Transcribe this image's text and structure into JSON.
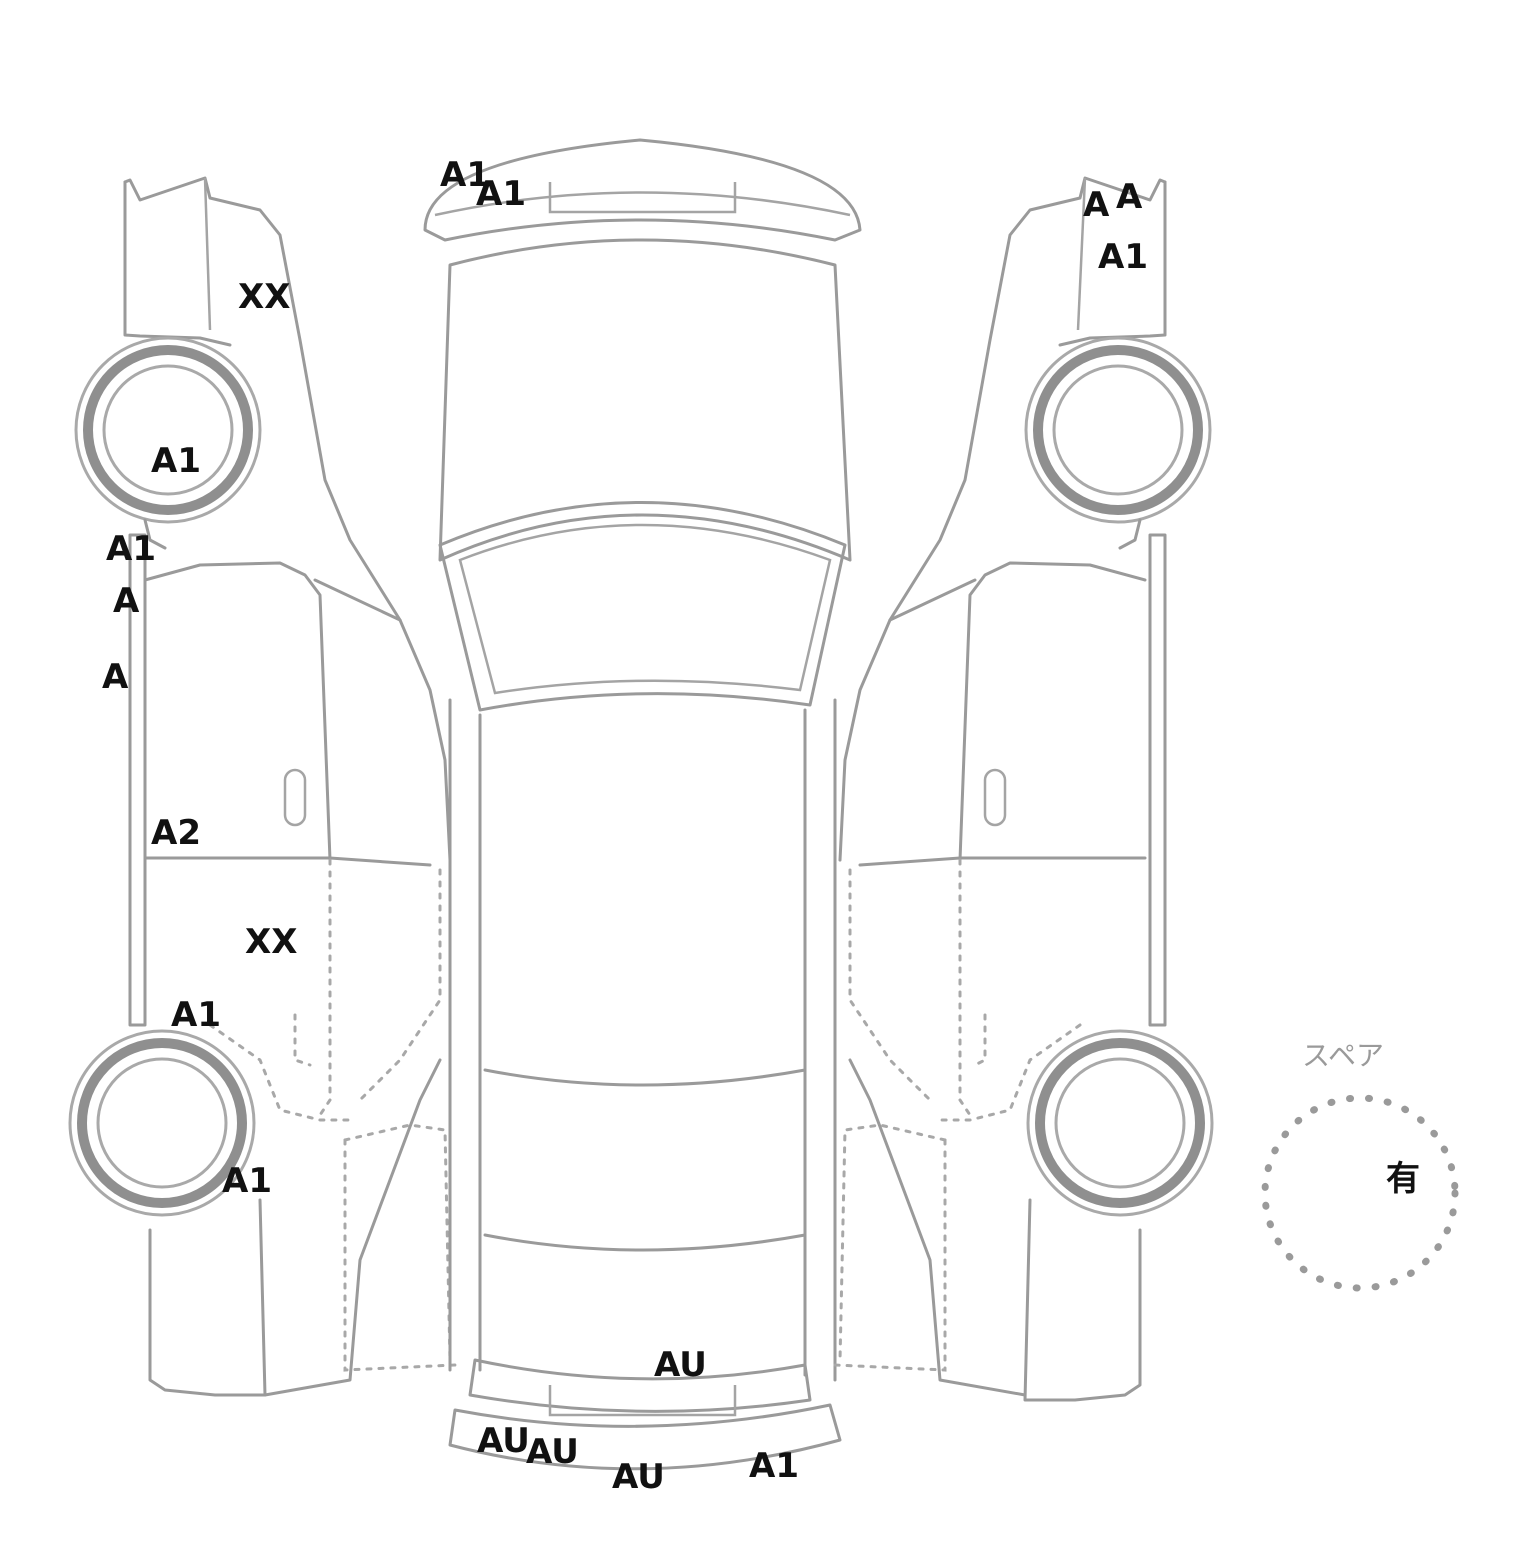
{
  "condition_marks": [
    {
      "code": "A1",
      "area": "front-bumper"
    },
    {
      "code": "A1",
      "area": "front-bumper"
    },
    {
      "code": "A",
      "area": "right-front-fender"
    },
    {
      "code": "A",
      "area": "right-front-fender"
    },
    {
      "code": "A1",
      "area": "right-front-fender"
    },
    {
      "code": "XX",
      "area": "left-front-fender"
    },
    {
      "code": "A1",
      "area": "left-front-wheel"
    },
    {
      "code": "A1",
      "area": "left-side-sill"
    },
    {
      "code": "A",
      "area": "left-side-sill"
    },
    {
      "code": "A",
      "area": "left-side-sill"
    },
    {
      "code": "A2",
      "area": "left-front-door"
    },
    {
      "code": "XX",
      "area": "left-rear-door"
    },
    {
      "code": "A1",
      "area": "left-rear-quarter"
    },
    {
      "code": "A1",
      "area": "left-rear-wheel"
    },
    {
      "code": "AU",
      "area": "trunk-lid"
    },
    {
      "code": "AU",
      "area": "rear-bumper"
    },
    {
      "code": "AU",
      "area": "rear-bumper"
    },
    {
      "code": "AU",
      "area": "rear-bumper"
    },
    {
      "code": "A1",
      "area": "rear-bumper"
    }
  ],
  "spare": {
    "label": "スペア",
    "value": "有"
  }
}
